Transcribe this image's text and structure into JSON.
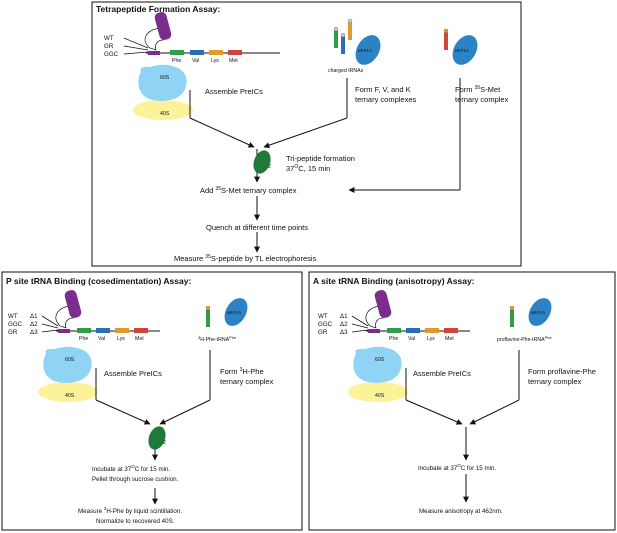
{
  "panels": {
    "tetrapeptide": {
      "title": "Tetrapeptide Formation Assay:",
      "variants": [
        "WT",
        "GR",
        "GGC"
      ],
      "codons": [
        "Phe",
        "Val",
        "Lys",
        "Met"
      ],
      "subunit_60s": "60S",
      "subunit_40s": "40S",
      "assemble": "Assemble PreICs",
      "charged_trnas": "charged tRNAs",
      "eef1a": "eEF1A",
      "form_fvk_1": "Form F, V, and K",
      "form_fvk_2": "ternary complexes",
      "form_met_1_pre": "Form ",
      "form_met_1_sup": "35",
      "form_met_1_post": "S-Met",
      "form_met_2": "ternary complex",
      "eef2": "2",
      "tripeptide_1": "Tri-peptide formation",
      "tripeptide_2_pre": "37",
      "tripeptide_2_sup": "O",
      "tripeptide_2_post": "C, 15 min",
      "add_pre": "Add ",
      "add_sup": "35",
      "add_post": "S-Met ternary complex",
      "quench": "Quench at different time points",
      "measure_pre": "Measure ",
      "measure_sup": "35",
      "measure_post": "S-peptide by TL electrophoresis"
    },
    "psite": {
      "title": "P site tRNA Binding (cosedimentation) Assay:",
      "variants": [
        "WT",
        "GGC",
        "GR"
      ],
      "deltas": [
        "Δ1",
        "Δ2",
        "Δ3"
      ],
      "codons": [
        "Phe",
        "Val",
        "Lys",
        "Met"
      ],
      "subunit_60s": "60S",
      "subunit_40s": "40S",
      "assemble": "Assemble PreICs",
      "eef1a": "eEF1A",
      "trna_label_sup": "3",
      "trna_label_main": "H-Phe-tRNA",
      "trna_label_sup2": "Phe",
      "form_1_pre": "Form ",
      "form_1_sup": "3",
      "form_1_post": "H-Phe",
      "form_2": "ternary complex",
      "eef2": "2",
      "incubate_1_pre": "Incubate at 37",
      "incubate_1_sup": "O",
      "incubate_1_post": "C for 15 min.",
      "incubate_2": "Pellet through sucrose cushion.",
      "measure_1_pre": "Measure ",
      "measure_1_sup": "3",
      "measure_1_post": "H-Phe by liquid scintillation.",
      "measure_2": "Normalize to recovered 40S."
    },
    "asite": {
      "title": "A site tRNA Binding (anisotropy) Assay:",
      "variants": [
        "WT",
        "GGC",
        "GR"
      ],
      "deltas": [
        "Δ1",
        "Δ2",
        "Δ3"
      ],
      "codons": [
        "Phe",
        "Val",
        "Lys",
        "Met"
      ],
      "subunit_60s": "60S",
      "subunit_40s": "40S",
      "assemble": "Assemble PreICs",
      "eef1a": "eEF1A",
      "trna_label_main": "proflavine-Phe-tRNA",
      "trna_label_sup": "Phe",
      "form_1": "Form proflavine-Phe",
      "form_2": "ternary complex",
      "incubate_pre": "Incubate at 37",
      "incubate_sup": "O",
      "incubate_post": "C for 15 min.",
      "measure": "Measure anisotropy at 462nm."
    }
  },
  "colors": {
    "mrna_stem": "#7b2d8e",
    "codon_phe": "#2e9e4a",
    "codon_val": "#2a6fb5",
    "codon_lys": "#e09a2a",
    "codon_met": "#d0443a",
    "ribosome_60s": "#8fd3f5",
    "ribosome_40s": "#fbf29a",
    "eef1a": "#2b83c6",
    "eef2": "#1f7a3a"
  }
}
